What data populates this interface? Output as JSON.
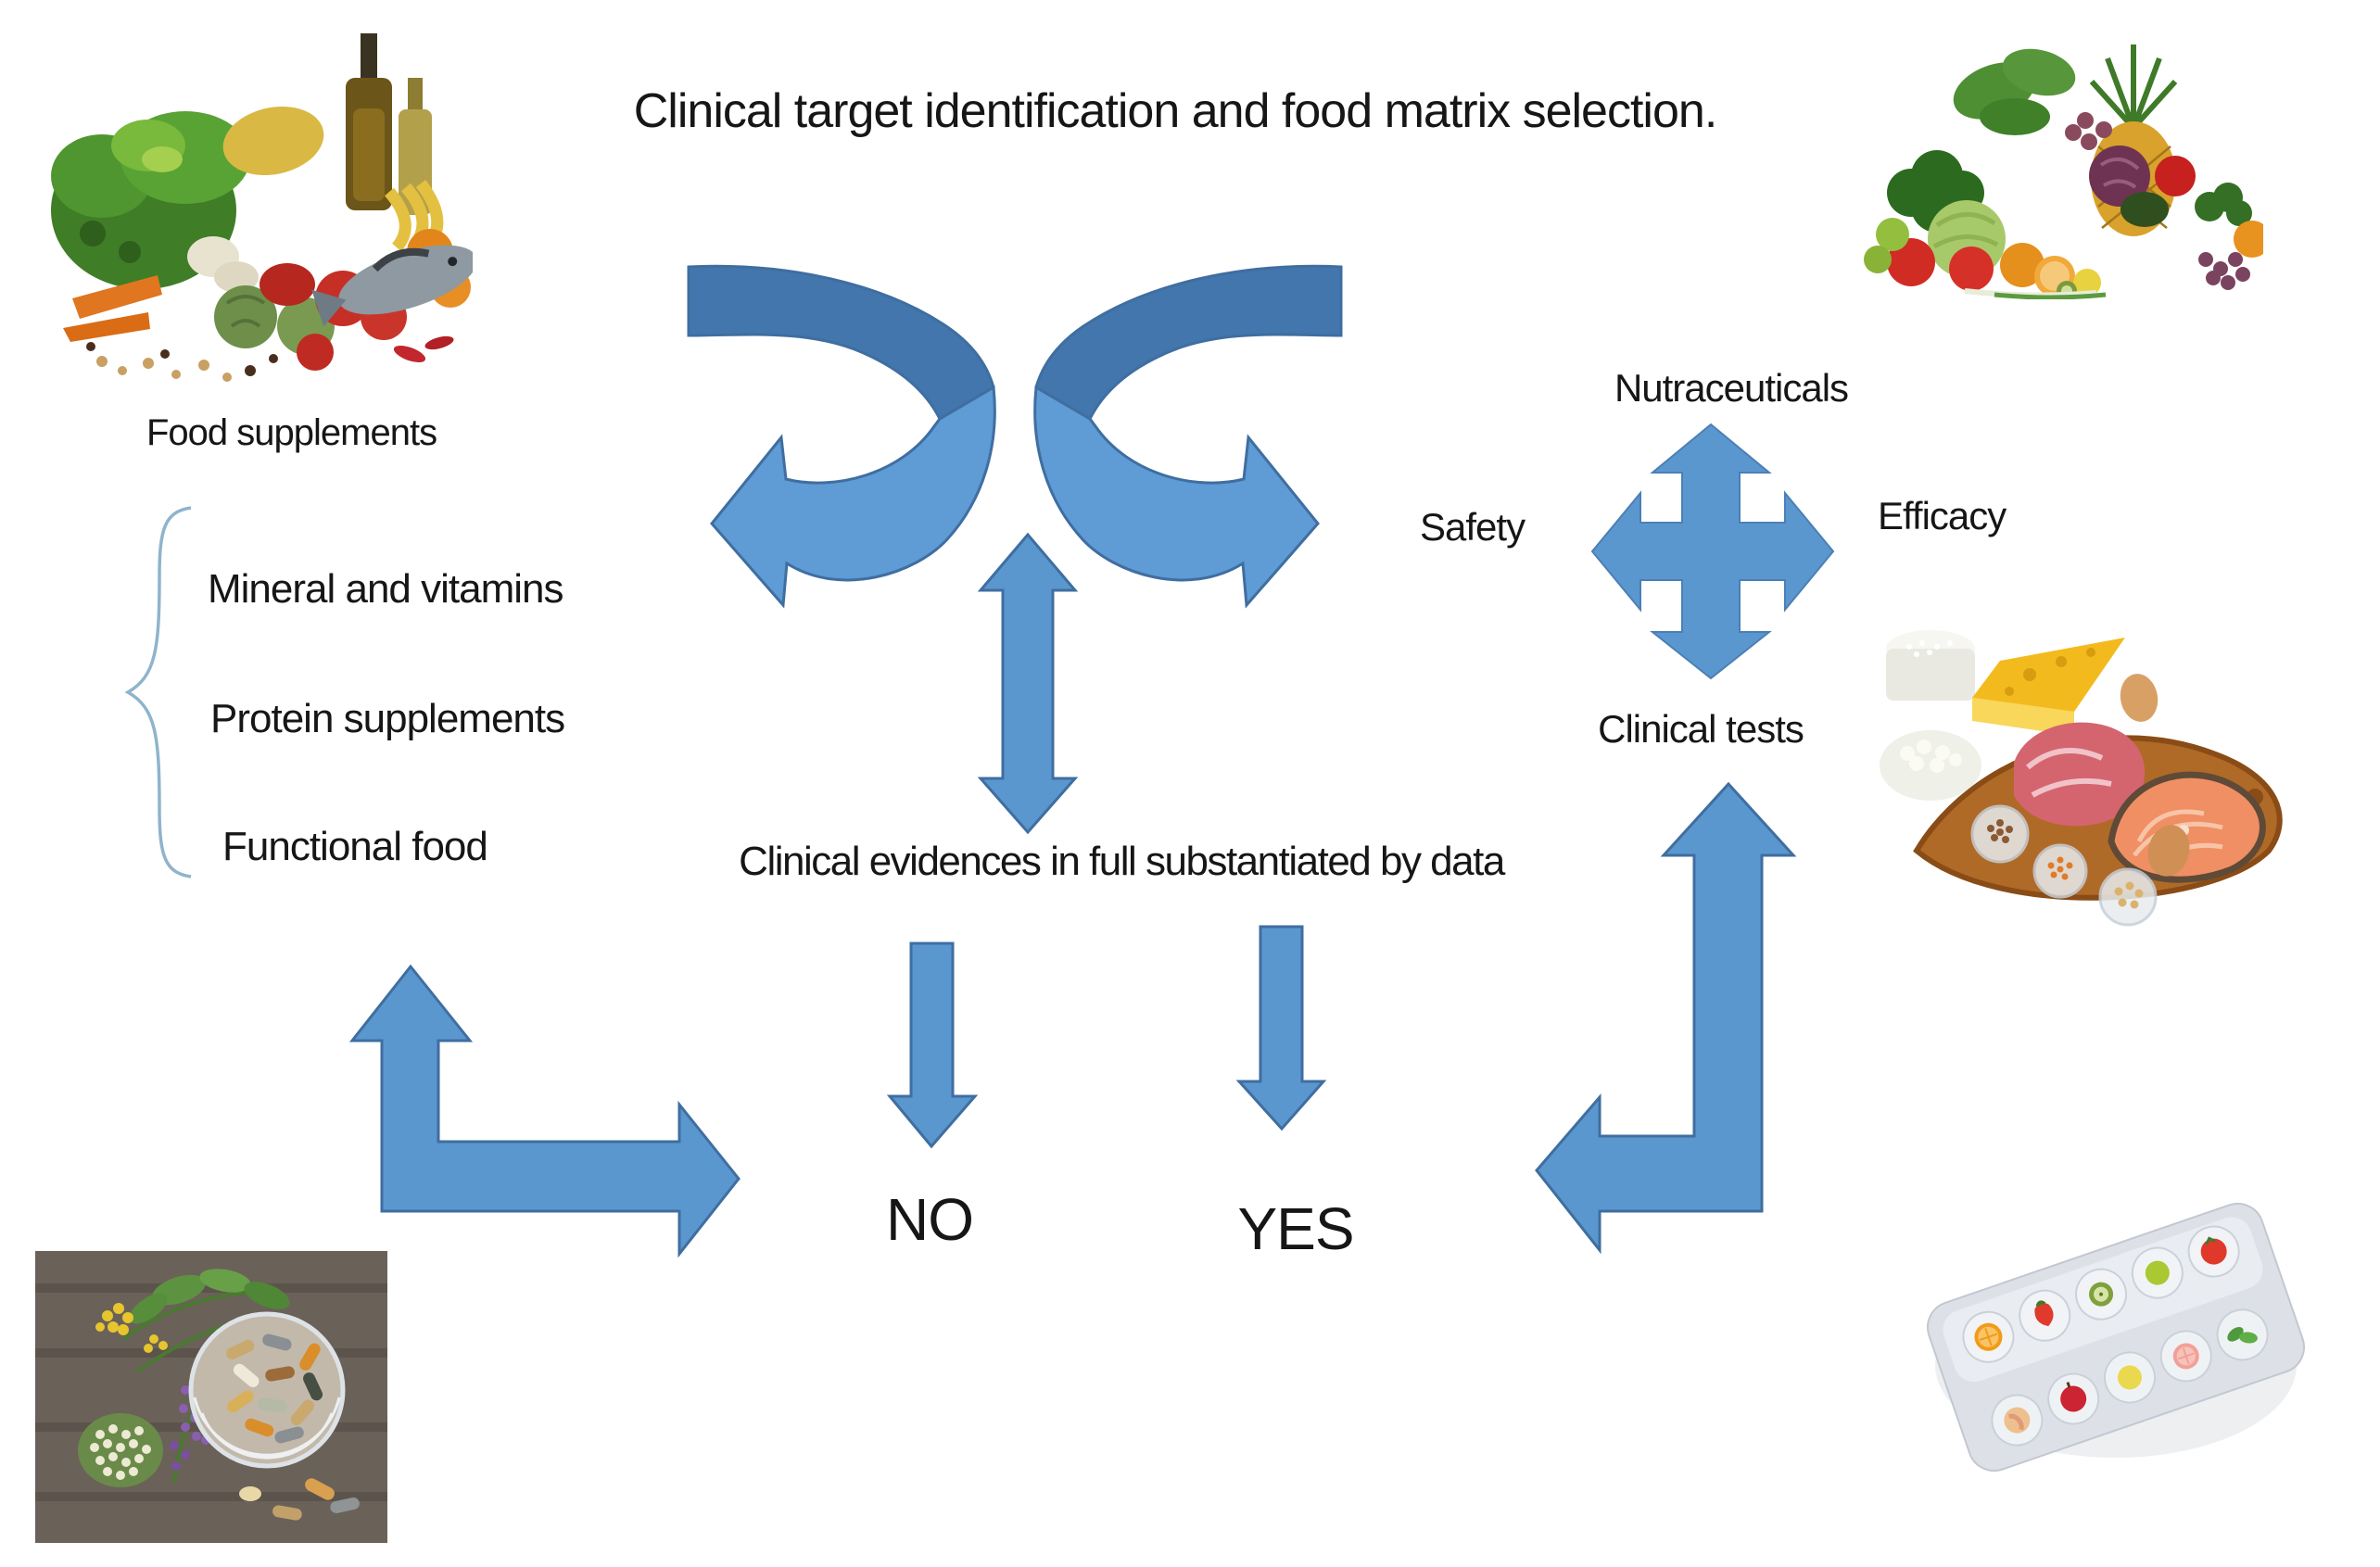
{
  "title": "Clinical target identification and food matrix selection.",
  "left_panel": {
    "photo_caption": "Food supplements",
    "categories": [
      "Mineral and vitamins",
      "Protein supplements",
      "Functional food"
    ]
  },
  "center": {
    "question": "Clinical evidences in full substantiated by data",
    "answer_no": "NO",
    "answer_yes": "YES"
  },
  "right_panel": {
    "top_label": "Nutraceuticals",
    "left_label": "Safety",
    "right_label": "Efficacy",
    "bottom_label": "Clinical tests"
  },
  "images": [
    {
      "name": "food-supplements-photo",
      "description": "pile of vegetables, fruits, oil bottle and fish"
    },
    {
      "name": "fruits-vegetables-photo",
      "description": "pile of fruits and vegetables with pineapple and broccoli"
    },
    {
      "name": "protein-foods-photo",
      "description": "cutting board with meat, salmon, cheese, eggs, rice and legume bowls"
    },
    {
      "name": "herbal-supplements-photo",
      "description": "glass bowl of capsules with herbs and flowers on wood"
    },
    {
      "name": "fruit-blister-pack-photo",
      "description": "silver pill blister pack holding miniature fruits"
    }
  ],
  "colors": {
    "shape_fill": "#5b97cf",
    "shape_stroke": "#3f6ea0",
    "ribbon_dark": "#4276ad",
    "ribbon_light": "#5f9bd5",
    "brace": "#8fb4cc",
    "text": "#161616"
  }
}
